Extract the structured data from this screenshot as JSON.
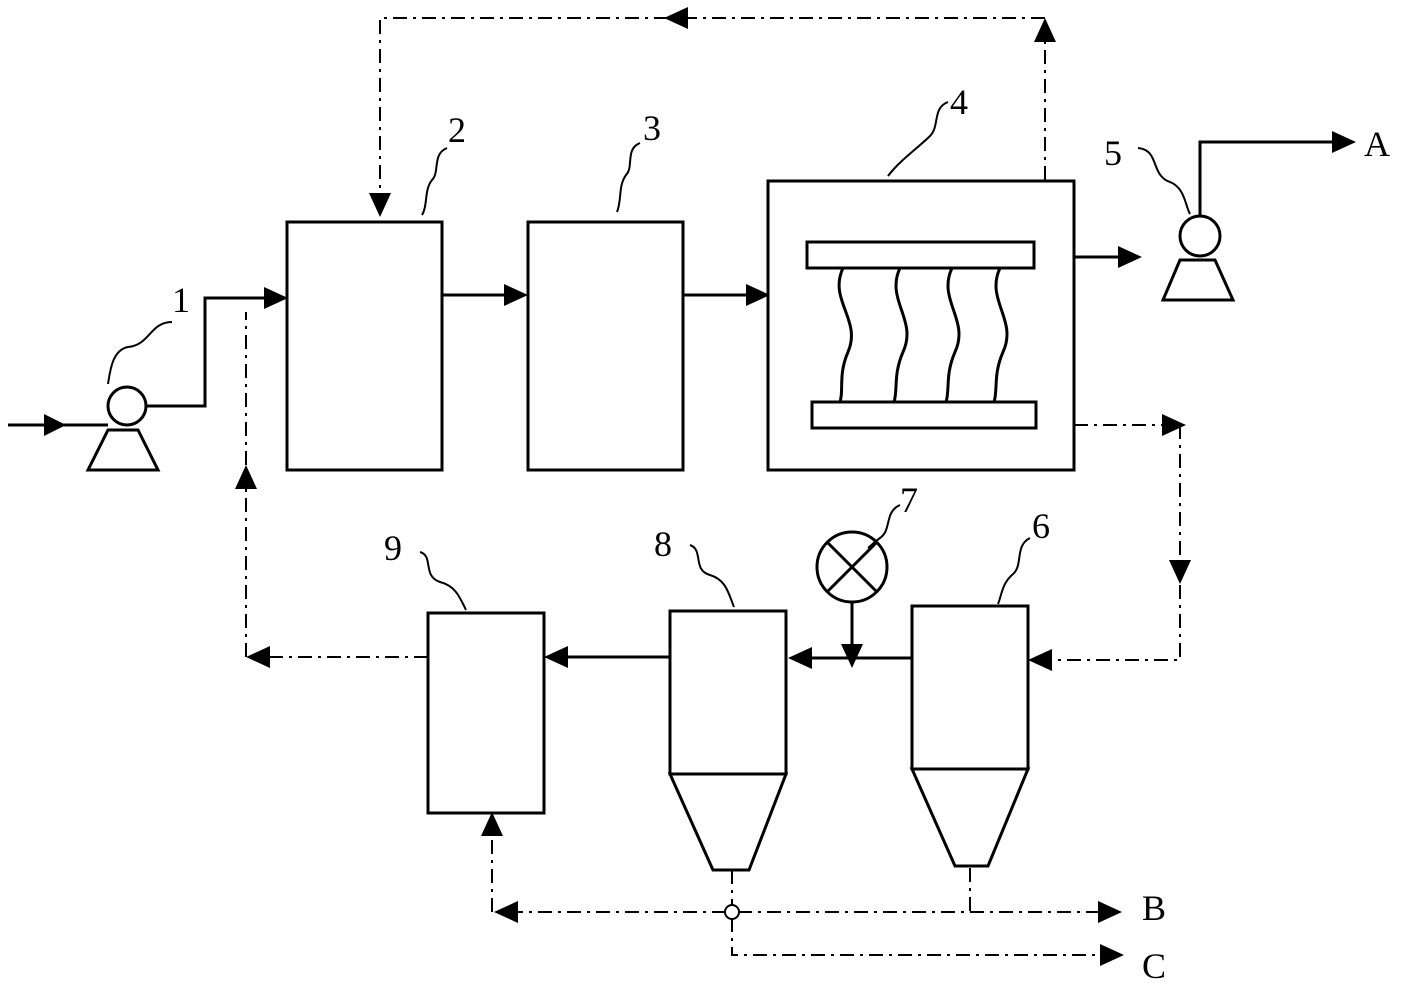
{
  "labels": {
    "n1": "1",
    "n2": "2",
    "n3": "3",
    "n4": "4",
    "n5": "5",
    "n6": "6",
    "n7": "7",
    "n8": "8",
    "n9": "9",
    "out_a": "A",
    "out_b": "B",
    "out_c": "C"
  }
}
